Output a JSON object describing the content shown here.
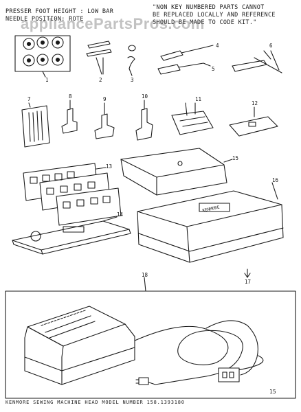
{
  "header": {
    "left_line1": "PRESSER FOOT HEIGHT : LOW BAR",
    "left_line2": "NEEDLE POSITION: ROTE",
    "right_line1": "\"NON KEY NUMBERED PARTS CANNOT",
    "right_line2": "BE REPLACED LOCALLY AND REFERENCE",
    "right_line3": "SHOULD BE MADE TO CODE KIT.\""
  },
  "watermark": "appliancePartsPros.com",
  "callouts": [
    "1",
    "2",
    "3",
    "4",
    "5",
    "6",
    "7",
    "8",
    "9",
    "10",
    "11",
    "12",
    "13",
    "14",
    "15",
    "16",
    "17",
    "18"
  ],
  "footer": "KENMORE SEWING MACHINE HEAD MODEL NUMBER 158.1393180",
  "page_number": "15",
  "case_label": "KENMORE"
}
